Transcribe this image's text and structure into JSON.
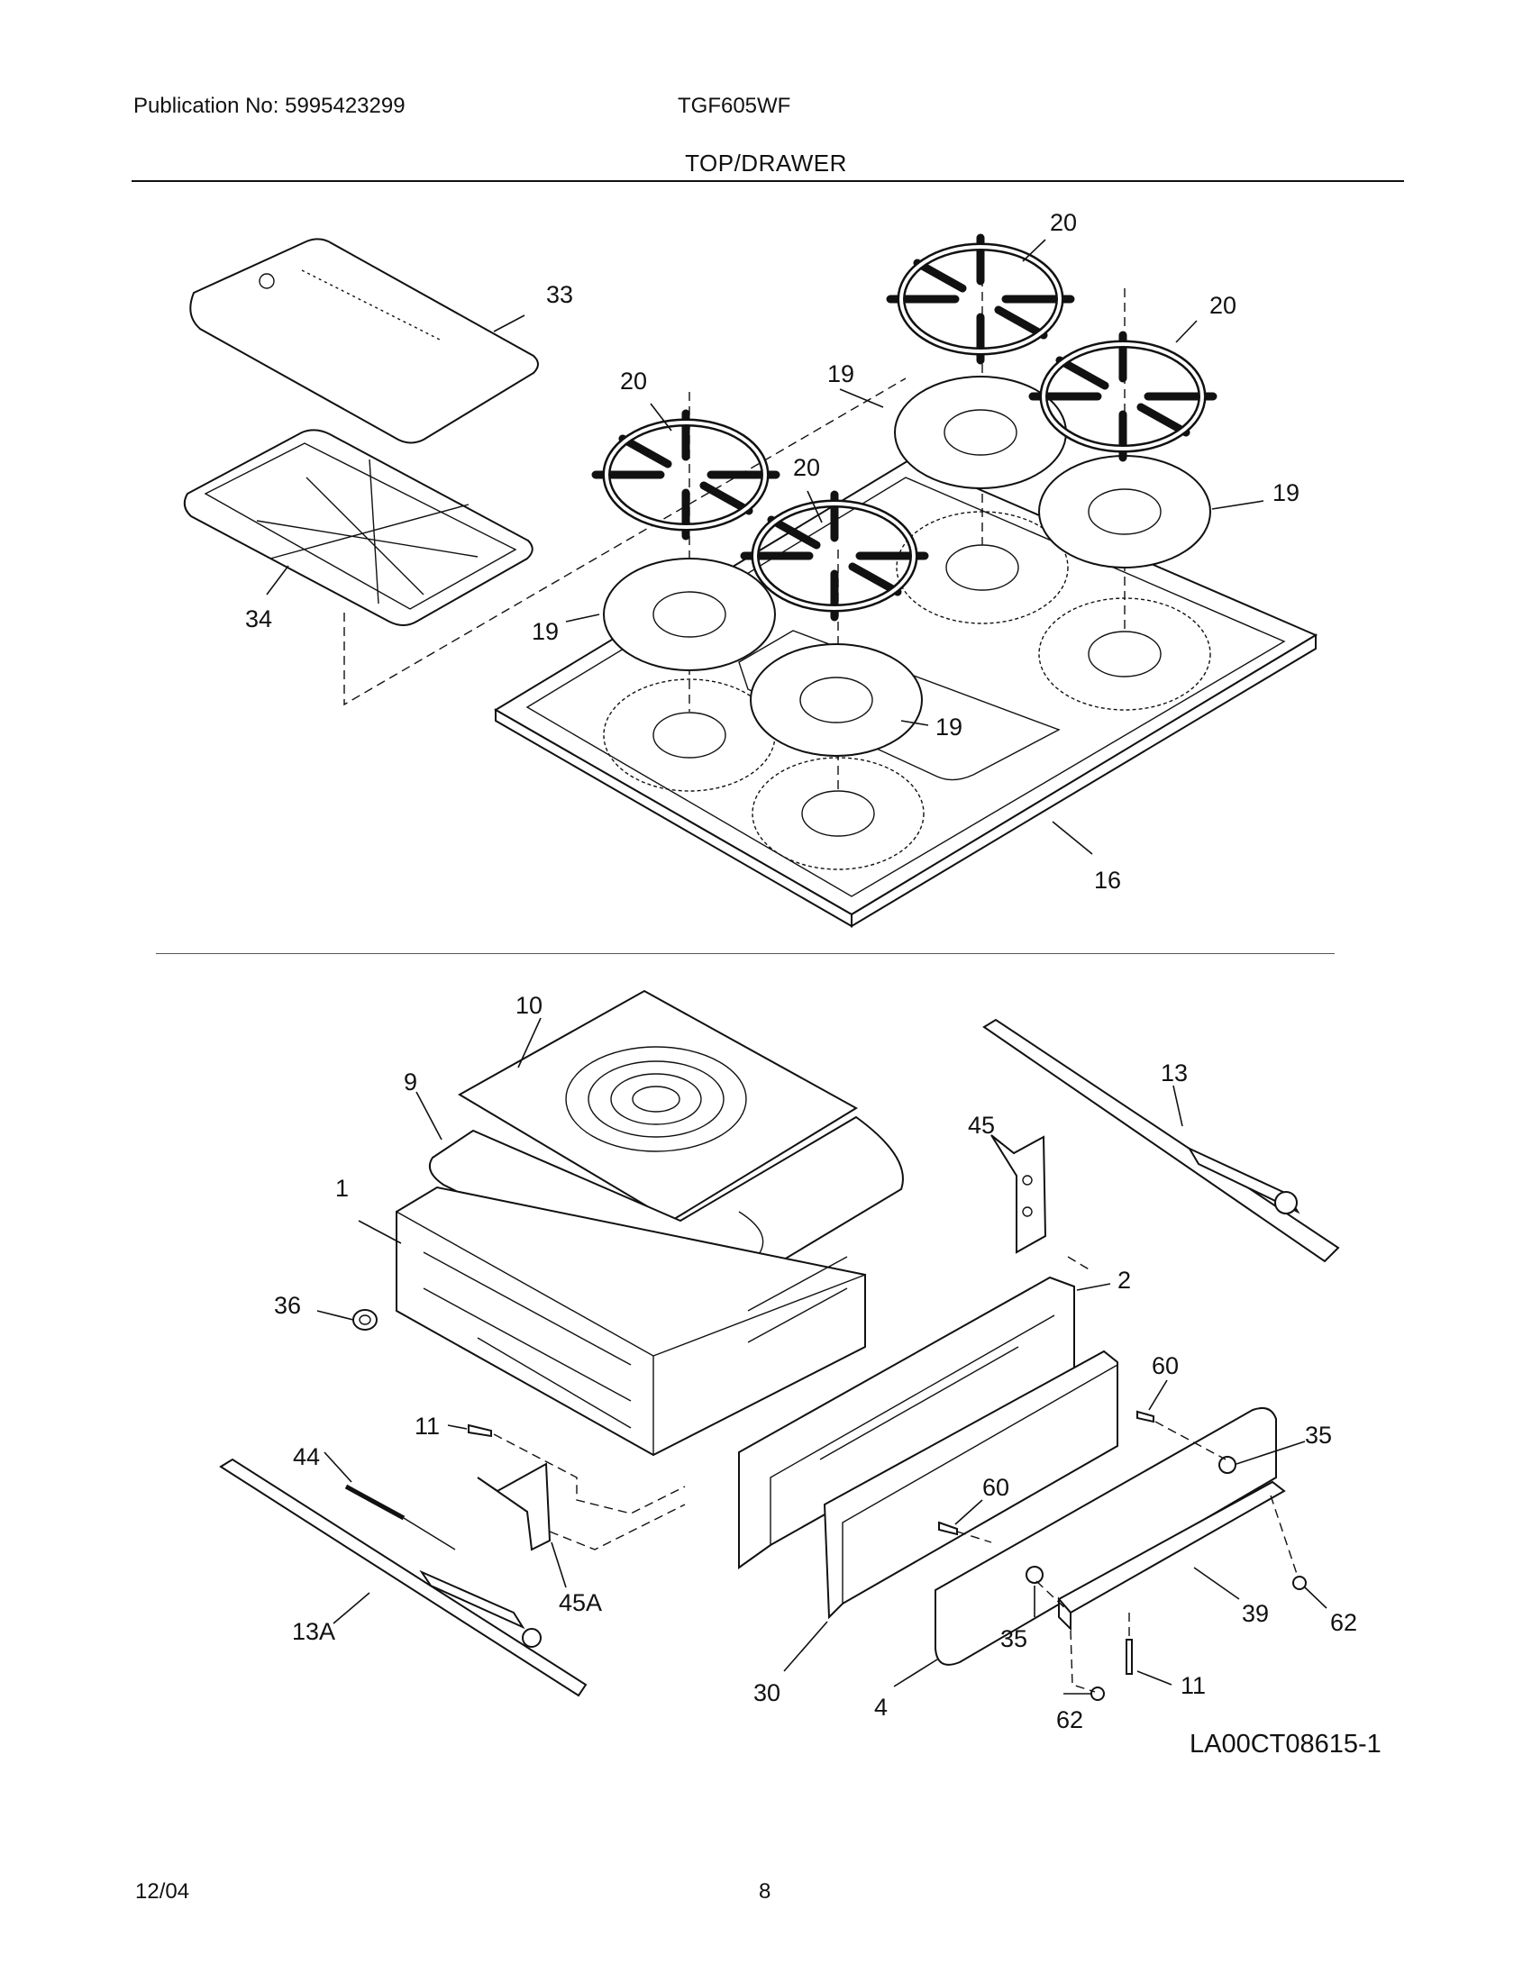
{
  "header": {
    "publication": "Publication No: 5995423299",
    "model": "TGF605WF",
    "section_title": "TOP/DRAWER"
  },
  "footer": {
    "date": "12/04",
    "page_number": "8"
  },
  "diagram": {
    "drawing_code": "LA00CT08615-1",
    "top_callouts": [
      "33",
      "34",
      "20",
      "20",
      "20",
      "20",
      "19",
      "19",
      "19",
      "19",
      "16"
    ],
    "bottom_callouts": [
      "10",
      "9",
      "1",
      "36",
      "11",
      "44",
      "13A",
      "45A",
      "13",
      "45",
      "2",
      "60",
      "35",
      "60",
      "35",
      "39",
      "62",
      "30",
      "4",
      "62",
      "11"
    ]
  }
}
